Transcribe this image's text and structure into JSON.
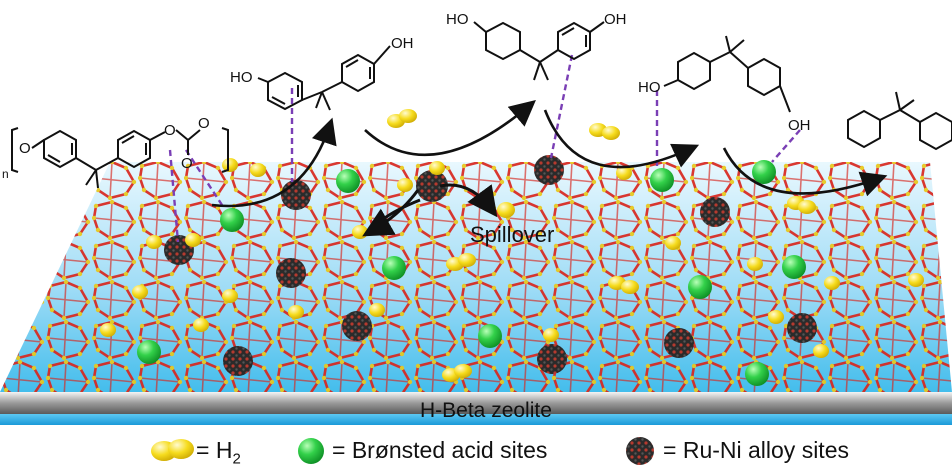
{
  "diagram": {
    "support_label": "H-Beta zeolite",
    "spillover_label": "Spillover",
    "legend": [
      {
        "key": "h2",
        "symbol": "=",
        "text": "H",
        "subscript": "2"
      },
      {
        "key": "acid",
        "symbol": "=",
        "text": "Brønsted acid sites"
      },
      {
        "key": "alloy",
        "symbol": "=",
        "text": "Ru-Ni alloy sites"
      }
    ],
    "molecules": {
      "polycarbonate": {
        "repeat_index": "n",
        "atoms": [
          "O",
          "O",
          "O",
          "O"
        ]
      },
      "bisphenol_a": {
        "atoms": [
          "HO",
          "OH"
        ]
      },
      "partially_hydrogenated": {
        "atoms": [
          "HO",
          "OH"
        ]
      },
      "hydrogenated_diol": {
        "atoms": [
          "HO",
          "OH"
        ]
      },
      "product_alkane": {
        "atoms": []
      }
    },
    "colors": {
      "h2": "#f2d21a",
      "acid_site": "#2ecc40",
      "alloy_site": "#2a2a2a",
      "alloy_dots": "#c0392b",
      "zeolite_bonds_red": "#d8261e",
      "zeolite_nodes_yellow": "#e8c81a",
      "support_top": "#e6f6fd",
      "support_bottom": "#4ec3ee",
      "support_edge": "#8b8b8b",
      "dashed_bond": "#7a3fb5"
    }
  }
}
